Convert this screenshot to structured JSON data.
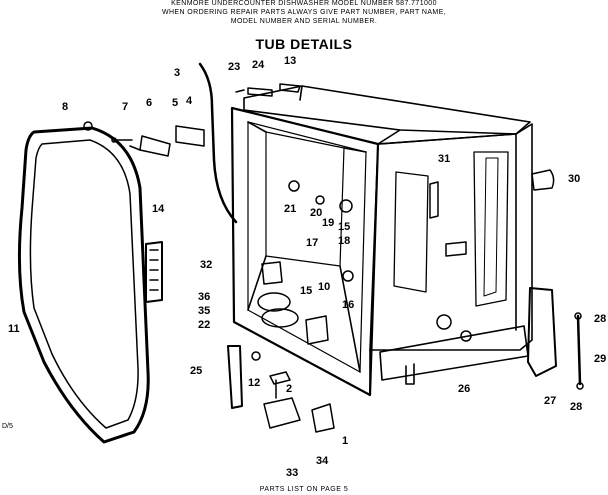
{
  "header": {
    "line1": "KENMORE UNDERCOUNTER DISHWASHER    MODEL NUMBER 587.771000",
    "line2": "WHEN ORDERING REPAIR PARTS ALWAYS GIVE PART NUMBER, PART NAME,",
    "line3": "MODEL NUMBER AND SERIAL NUMBER."
  },
  "title": "TUB DETAILS",
  "footer": "PARTS LIST ON PAGE 5",
  "corner_mark": "D/5",
  "callouts": [
    "1",
    "2",
    "3",
    "4",
    "5",
    "6",
    "7",
    "8",
    "10",
    "11",
    "12",
    "13",
    "14",
    "15",
    "15",
    "16",
    "17",
    "18",
    "19",
    "20",
    "21",
    "22",
    "23",
    "24",
    "25",
    "26",
    "27",
    "28",
    "28",
    "29",
    "30",
    "31",
    "32",
    "33",
    "34",
    "35",
    "36"
  ]
}
